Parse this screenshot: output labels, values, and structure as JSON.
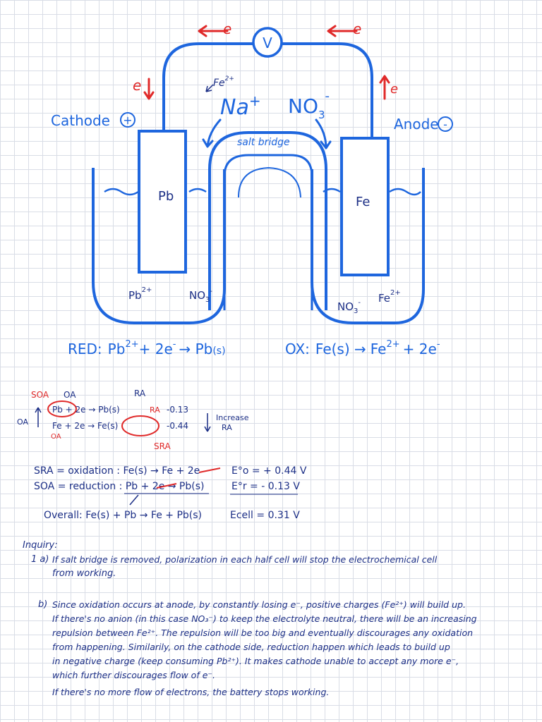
{
  "colors": {
    "blue": "#1e66de",
    "red": "#e02a2a",
    "ink": "#1c2f86",
    "grid": "#d9dde6"
  },
  "diagram": {
    "voltmeter": "V",
    "electron": "e",
    "fe_ion": "Fe",
    "fe_ion_charge": "2+",
    "na_ion": "Na",
    "na_charge": "+",
    "no3_ion": "NO",
    "no3_sub": "3",
    "no3_charge": "-",
    "cathode_label": "Cathode",
    "cathode_sign": "+",
    "anode_label": "Anode",
    "anode_sign": "-",
    "salt_bridge": "salt bridge",
    "pb_electrode": "Pb",
    "fe_electrode": "Fe",
    "left_cation": "Pb",
    "left_cation_charge": "2+",
    "left_anion": "NO",
    "right_anion": "NO",
    "right_cation": "Fe",
    "right_cation_charge": "2+"
  },
  "equations": {
    "red_prefix": "RED:",
    "red_eq": "Pb",
    "red_sup": "2+",
    "red_rest": "+ 2e",
    "red_prod": "→ Pb",
    "red_state": "(s)",
    "ox_prefix": "OX:",
    "ox_eq": "Fe(s) →",
    "ox_prod": "Fe",
    "ox_sup": "2+",
    "ox_rest": "+ 2e"
  },
  "table": {
    "soa": "SOA",
    "oa": "OA",
    "ra": "RA",
    "row1": "Pb  + 2e  → Pb(s)",
    "row1_ra": "RA",
    "row1_val": "-0.13",
    "row2": "Fe  + 2e  → Fe(s)",
    "row2_val": "-0.44",
    "increase": "Increase",
    "increase_ra": "RA",
    "oa_side": "OA",
    "oa_below": "OA",
    "sra": "SRA"
  },
  "summary": {
    "sra_line": "SRA = oxidation : Fe(s) → Fe   + 2e",
    "sra_e": "E°o = + 0.44 V",
    "soa_line": "SOA = reduction : Pb   + 2e  → Pb(s)",
    "soa_e": "E°r = - 0.13 V",
    "overall": "Overall:  Fe(s) + Pb   →  Fe   + Pb(s)",
    "ecell": "Ecell = 0.31 V"
  },
  "inquiry": {
    "heading": "Inquiry:",
    "a_label": "1 a)",
    "a_line1": "If salt bridge is removed, polarization in each half cell will stop the electrochemical cell",
    "a_line2": "from working.",
    "b_label": "b)",
    "b_line1": "Since oxidation occurs at anode, by constantly losing e⁻, positive charges (Fe²⁺) will build up.",
    "b_line2": "If there's no anion (in this case NO₃⁻) to keep the electrolyte neutral, there will be an increasing",
    "b_line3": "repulsion between Fe²⁺. The repulsion will be too big and eventually discourages any oxidation",
    "b_line4": "from happening. Similarily, on the cathode side, reduction happen which leads to build up",
    "b_line5": "in negative charge (keep consuming Pb²⁺). It makes cathode unable to accept any more e⁻,",
    "b_line6": "which further discourages flow of e⁻.",
    "b_line7": "If there's no more flow of electrons, the battery stops working."
  }
}
